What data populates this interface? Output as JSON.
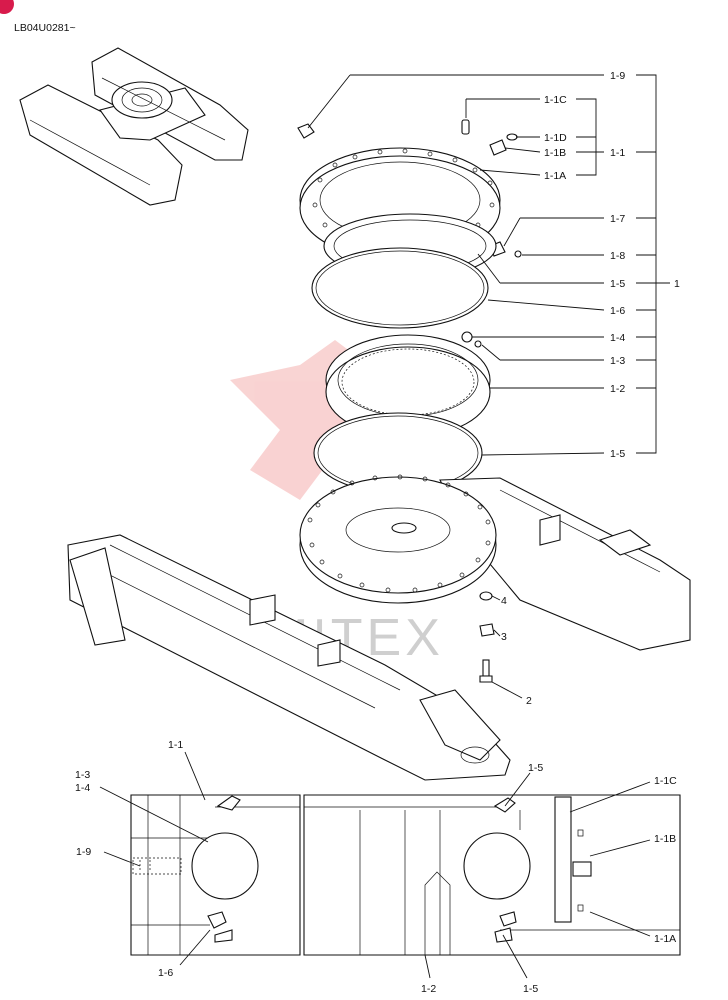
{
  "drawing_code": "LB04U0281~",
  "watermark": {
    "text": "MITEX",
    "color": "#e53935"
  },
  "callouts": {
    "c19": "1-9",
    "c11C": "1-1C",
    "c11D": "1-1D",
    "c11B": "1-1B",
    "c11A": "1-1A",
    "c11": "1-1",
    "c17": "1-7",
    "c18": "1-8",
    "c15a": "1-5",
    "c1": "1",
    "c16": "1-6",
    "c14": "1-4",
    "c13": "1-3",
    "c12": "1-2",
    "c15b": "1-5",
    "c4": "4",
    "c3": "3",
    "c2": "2"
  },
  "section": {
    "s11": "1-1",
    "s13": "1-3",
    "s14": "1-4",
    "s19": "1-9",
    "s16": "1-6",
    "s12": "1-2",
    "s15a": "1-5",
    "s15b": "1-5",
    "s11C": "1-1C",
    "s11B": "1-1B",
    "s11A": "1-1A"
  }
}
